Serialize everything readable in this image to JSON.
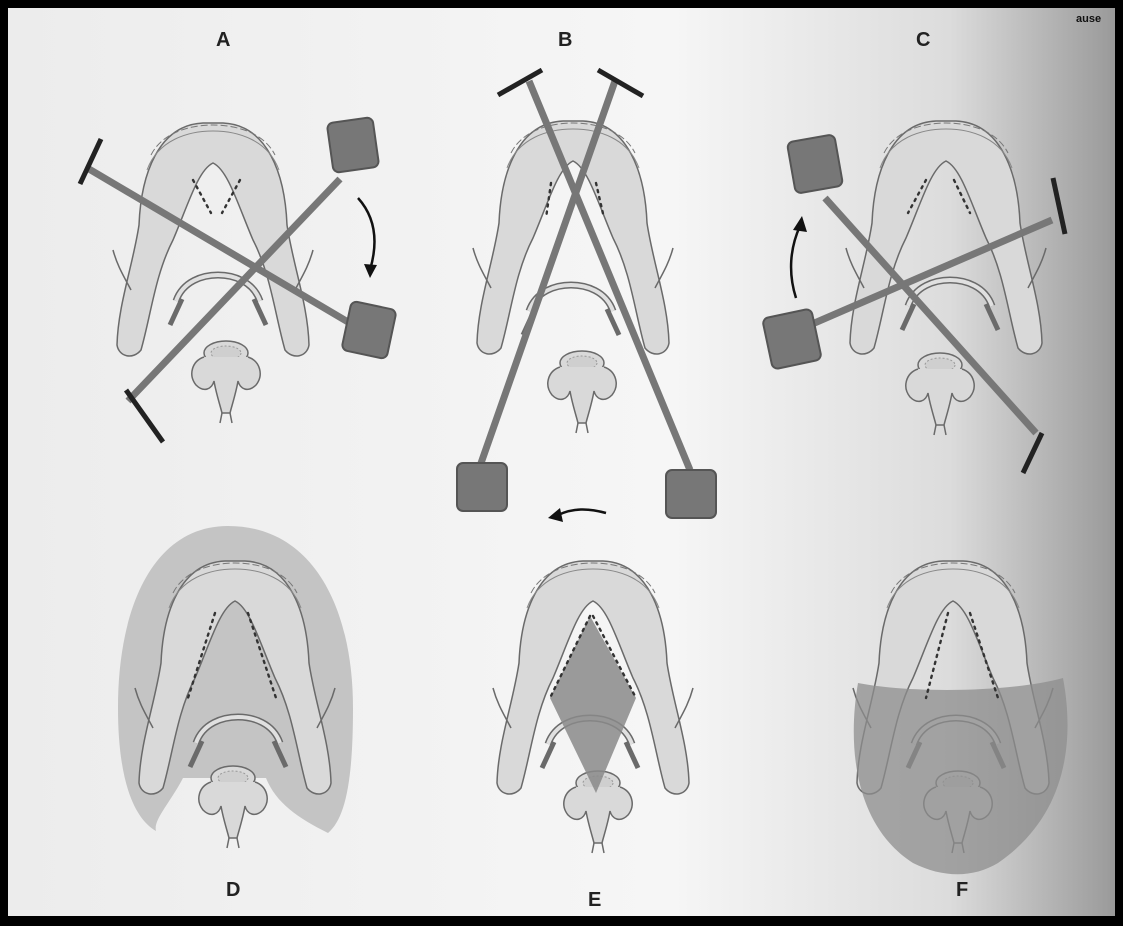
{
  "panels": {
    "a": {
      "label": "A"
    },
    "b": {
      "label": "B"
    },
    "c": {
      "label": "C"
    },
    "d": {
      "label": "D"
    },
    "e": {
      "label": "E"
    },
    "f": {
      "label": "F"
    }
  },
  "corner_text": "ause",
  "colors": {
    "background": "#f2f2f2",
    "bone": "#d9d9d9",
    "bone_outline": "#6a6a6a",
    "tube": "#777777",
    "tube_dark": "#555555",
    "film": "#222222",
    "shade_d": "#bcbcbc",
    "shade_e": "#8a8a8a",
    "shade_f": "#8d8d8d"
  }
}
